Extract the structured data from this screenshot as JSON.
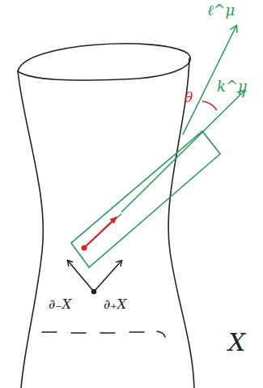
{
  "diagram": {
    "labels": [
      "ℓ^μ",
      "θ",
      "k^μ",
      "∂₋X",
      "∂₊X",
      "X"
    ]
  }
}
